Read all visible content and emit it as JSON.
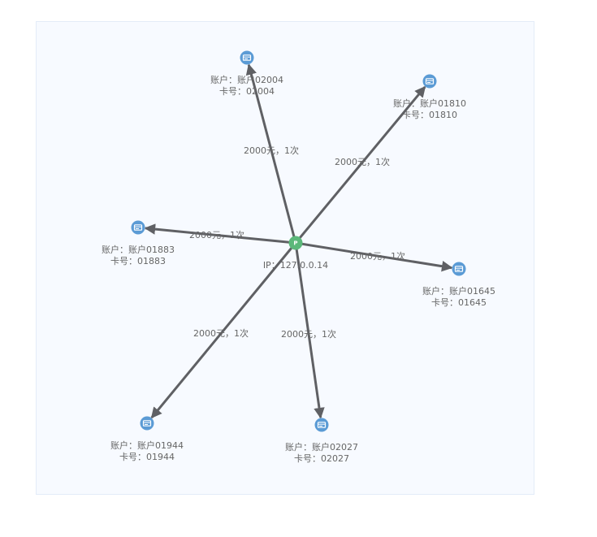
{
  "center": {
    "label": "IP：127.0.0.14",
    "icon": "ip-node-icon",
    "icon_text": "P",
    "color": "#5cb87a"
  },
  "accounts": [
    {
      "account": "账户：账户02004",
      "card": "卡号：02004",
      "edge": "2000元，1次"
    },
    {
      "account": "账户：账户01810",
      "card": "卡号：01810",
      "edge": "2000元，1次"
    },
    {
      "account": "账户：账户01883",
      "card": "卡号：01883",
      "edge": "2000元，1次"
    },
    {
      "account": "账户：账户01645",
      "card": "卡号：01645",
      "edge": "2000元，1次"
    },
    {
      "account": "账户：账户01944",
      "card": "卡号：01944",
      "edge": "2000元，1次"
    },
    {
      "account": "账户：账户02027",
      "card": "卡号：02027",
      "edge": "2000元，1次"
    }
  ],
  "colors": {
    "account_node": "#5b9bd5",
    "edge": "#5f6064"
  }
}
